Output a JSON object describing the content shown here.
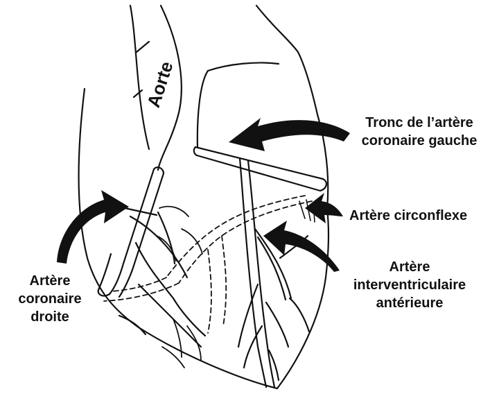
{
  "labels": {
    "aorte": "Aorte",
    "tronc": [
      "Tronc de l’artère",
      "coronaire gauche"
    ],
    "circonflexe": "Artère circonflexe",
    "interventriculaire": [
      "Artère",
      "interventriculaire",
      "antérieure"
    ],
    "droite": [
      "Artère",
      "coronaire",
      "droite"
    ]
  },
  "colors": {
    "ink": "#111111",
    "background": "#ffffff"
  },
  "icons": [
    "curved-arrow-icon"
  ]
}
